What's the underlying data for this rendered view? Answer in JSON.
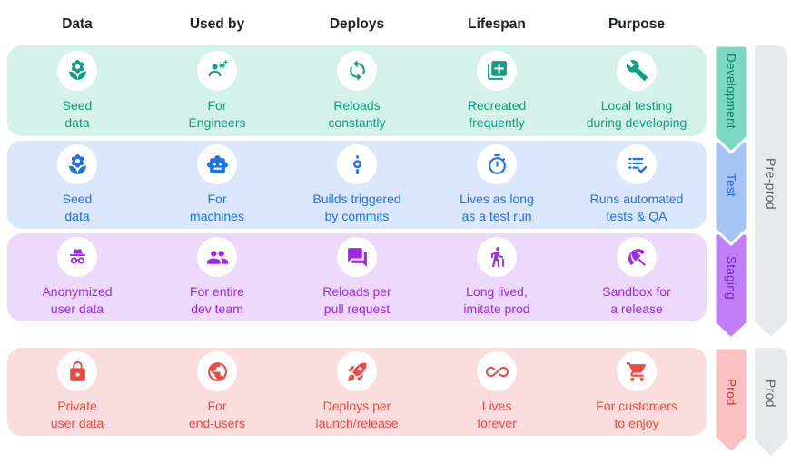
{
  "header": {
    "columns": [
      "Data",
      "Used by",
      "Deploys",
      "Lifespan",
      "Purpose"
    ]
  },
  "rows": [
    {
      "stage": "Development",
      "theme": {
        "bg": "#d4f2e9",
        "accent": "#0f9d83",
        "ribbon_fill": "#7bd8c3",
        "ribbon_text": "#0b7f6a"
      },
      "cells": [
        {
          "icon": "seed-icon",
          "line1": "Seed",
          "line2": "data"
        },
        {
          "icon": "engineer-icon",
          "line1": "For",
          "line2": "Engineers"
        },
        {
          "icon": "sync-icon",
          "line1": "Reloads",
          "line2": "constantly"
        },
        {
          "icon": "library-add-icon",
          "line1": "Recreated",
          "line2": "frequently"
        },
        {
          "icon": "wrench-icon",
          "line1": "Local testing",
          "line2": "during developing"
        }
      ]
    },
    {
      "stage": "Test",
      "theme": {
        "bg": "#dbe7fc",
        "accent": "#1a73e8",
        "ribbon_fill": "#a5c3f3",
        "ribbon_text": "#2169f1"
      },
      "cells": [
        {
          "icon": "seed-icon",
          "line1": "Seed",
          "line2": "data"
        },
        {
          "icon": "robot-icon",
          "line1": "For",
          "line2": "machines"
        },
        {
          "icon": "commit-icon",
          "line1": "Builds triggered",
          "line2": "by commits"
        },
        {
          "icon": "timer-icon",
          "line1": "Lives as long",
          "line2": "as a test run"
        },
        {
          "icon": "checklist-icon",
          "line1": "Runs automated",
          "line2": "tests & QA"
        }
      ]
    },
    {
      "stage": "Staging",
      "theme": {
        "bg": "#edd9fc",
        "accent": "#9e27ec",
        "ribbon_fill": "#c07ff8",
        "ribbon_text": "#7d21d1"
      },
      "cells": [
        {
          "icon": "incognito-icon",
          "line1": "Anonymized",
          "line2": "user data"
        },
        {
          "icon": "group-icon",
          "line1": "For entire",
          "line2": "dev team"
        },
        {
          "icon": "chat-icon",
          "line1": "Reloads per",
          "line2": "pull request"
        },
        {
          "icon": "elderly-icon",
          "line1": "Long lived,",
          "line2": "imitate prod"
        },
        {
          "icon": "umbrella-icon",
          "line1": "Sandbox for",
          "line2": "a release"
        }
      ]
    },
    {
      "stage": "Prod",
      "theme": {
        "bg": "#fcdddd",
        "accent": "#ee4a45",
        "ribbon_fill": "#f9c1c1",
        "ribbon_text": "#d93025"
      },
      "cells": [
        {
          "icon": "lock-icon",
          "line1": "Private",
          "line2": "user data"
        },
        {
          "icon": "globe-icon",
          "line1": "For",
          "line2": "end-users"
        },
        {
          "icon": "rocket-icon",
          "line1": "Deploys per",
          "line2": "launch/release"
        },
        {
          "icon": "infinity-icon",
          "line1": "Lives",
          "line2": "forever"
        },
        {
          "icon": "cart-icon",
          "line1": "For customers",
          "line2": "to enjoy"
        }
      ]
    }
  ],
  "phases": [
    {
      "label": "Pre-prod"
    },
    {
      "label": "Prod"
    }
  ],
  "phase_theme": {
    "fill": "#e8e9ec",
    "text": "#5f6368"
  },
  "header_color": "#202124"
}
